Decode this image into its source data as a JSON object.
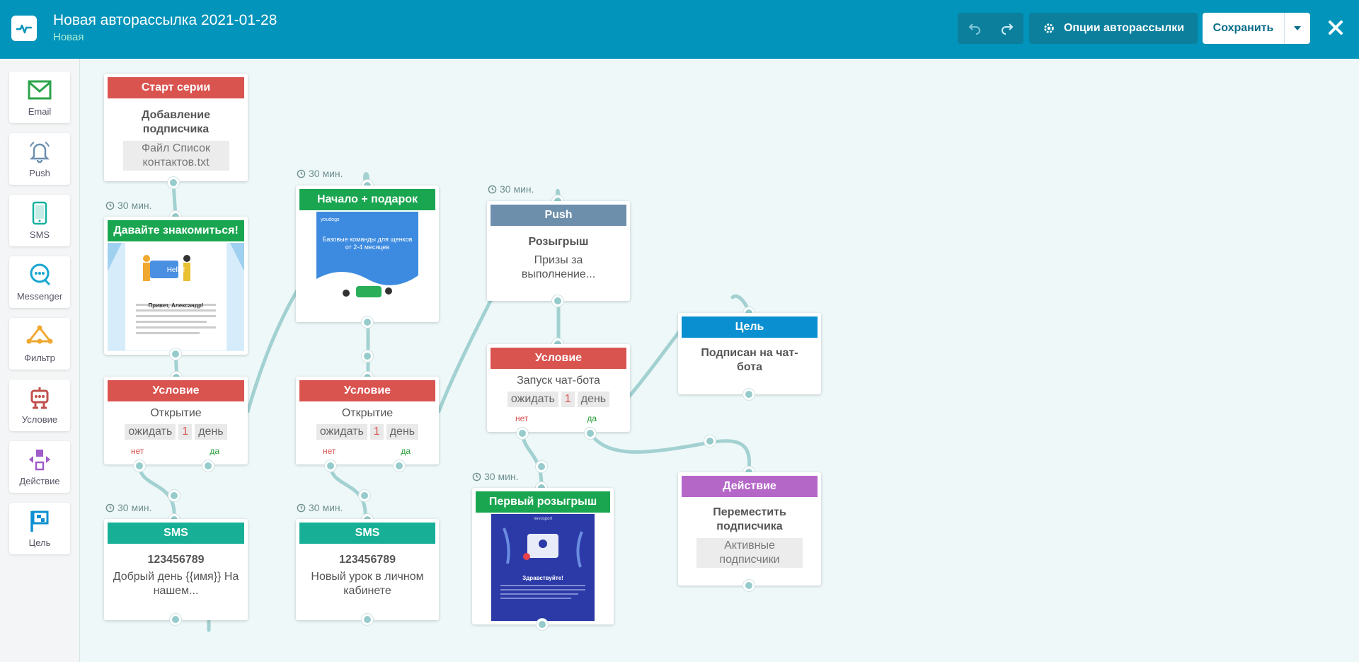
{
  "header": {
    "title": "Новая авторассылка 2021-01-28",
    "status": "Новая",
    "options_label": "Опции авторассылки",
    "save_label": "Сохранить"
  },
  "sidebar": {
    "items": [
      {
        "label": "Email",
        "icon": "email-icon",
        "color": "#2ba34a"
      },
      {
        "label": "Push",
        "icon": "bell-icon",
        "color": "#6b8fb0"
      },
      {
        "label": "SMS",
        "icon": "phone-icon",
        "color": "#17b0a0"
      },
      {
        "label": "Messenger",
        "icon": "chat-icon",
        "color": "#17a6d0"
      },
      {
        "label": "Фильтр",
        "icon": "filter-icon",
        "color": "#f0a830"
      },
      {
        "label": "Условие",
        "icon": "robot-icon",
        "color": "#c0504d"
      },
      {
        "label": "Действие",
        "icon": "action-icon",
        "color": "#a05cc8"
      },
      {
        "label": "Цель",
        "icon": "flag-icon",
        "color": "#0a8fd0"
      }
    ]
  },
  "canvas": {
    "delay_label": "30 мин.",
    "start": {
      "head": "Старт серии",
      "title": "Добавление подписчика",
      "file": "Файл Список контактов.txt"
    },
    "email1": {
      "head": "Давайте знакомиться!",
      "greeting": "Привет, Александр!",
      "bubble": "Hello!"
    },
    "email2": {
      "head": "Начало + подарок",
      "brand": "youdogs",
      "text": "Базовые команды для щенков от 2-4 месяцев"
    },
    "email3": {
      "head": "Первый розыгрыш",
      "brand": "nevosport",
      "text": "Здравствуйте!"
    },
    "cond1": {
      "head": "Условие",
      "event": "Открытие",
      "wait": "ожидать",
      "num": "1",
      "unit": "день",
      "no": "нет",
      "yes": "да"
    },
    "cond2": {
      "head": "Условие",
      "event": "Открытие",
      "wait": "ожидать",
      "num": "1",
      "unit": "день",
      "no": "нет",
      "yes": "да"
    },
    "cond3": {
      "head": "Условие",
      "event": "Запуск чат-бота",
      "wait": "ожидать",
      "num": "1",
      "unit": "день",
      "no": "нет",
      "yes": "да"
    },
    "sms1": {
      "head": "SMS",
      "number": "123456789",
      "text": "Добрый день {{имя}} На нашем..."
    },
    "sms2": {
      "head": "SMS",
      "number": "123456789",
      "text": "Новый урок в личном кабинете"
    },
    "push": {
      "head": "Push",
      "title": "Розыгрыш",
      "text": "Призы за выполнение..."
    },
    "goal": {
      "head": "Цель",
      "title": "Подписан на чат-бота"
    },
    "action": {
      "head": "Действие",
      "title": "Переместить подписчика",
      "target": "Активные подписчики"
    }
  }
}
